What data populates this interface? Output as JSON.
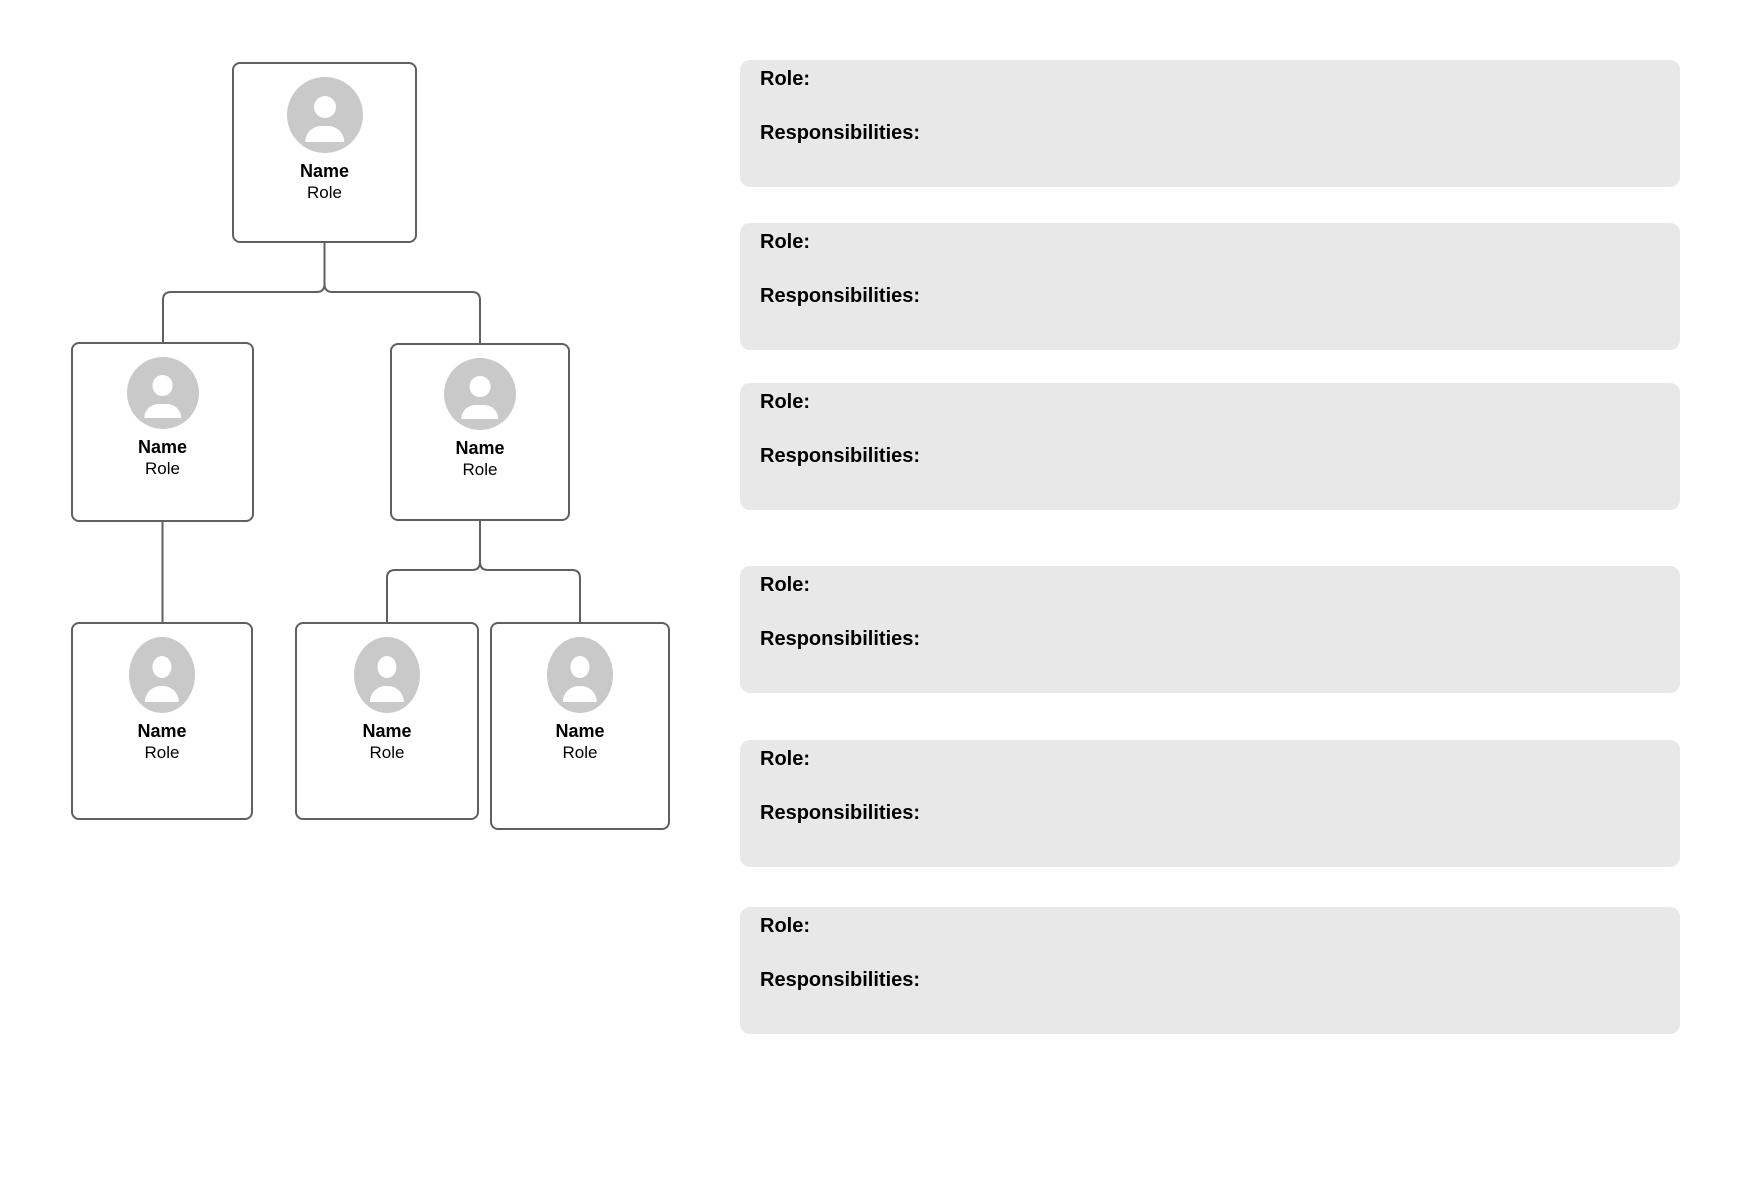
{
  "colors": {
    "background": "#ffffff",
    "node_border": "#606060",
    "connector_line": "#606060",
    "node_fill": "#ffffff",
    "avatar_fill": "#c9c9c9",
    "avatar_glyph": "#ffffff",
    "panel_fill": "#e8e8e8",
    "text": "#000000"
  },
  "org_chart": {
    "nodes": [
      {
        "level": 1,
        "name": "Name",
        "role": "Role"
      },
      {
        "level": 2,
        "name": "Name",
        "role": "Role"
      },
      {
        "level": 2,
        "name": "Name",
        "role": "Role"
      },
      {
        "level": 3,
        "name": "Name",
        "role": "Role"
      },
      {
        "level": 3,
        "name": "Name",
        "role": "Role"
      },
      {
        "level": 3,
        "name": "Name",
        "role": "Role"
      }
    ]
  },
  "panels": {
    "items": [
      {
        "role_label": "Role:",
        "responsibilities_label": "Responsibilities:"
      },
      {
        "role_label": "Role:",
        "responsibilities_label": "Responsibilities:"
      },
      {
        "role_label": "Role:",
        "responsibilities_label": "Responsibilities:"
      },
      {
        "role_label": "Role:",
        "responsibilities_label": "Responsibilities:"
      },
      {
        "role_label": "Role:",
        "responsibilities_label": "Responsibilities:"
      },
      {
        "role_label": "Role:",
        "responsibilities_label": "Responsibilities:"
      }
    ]
  }
}
